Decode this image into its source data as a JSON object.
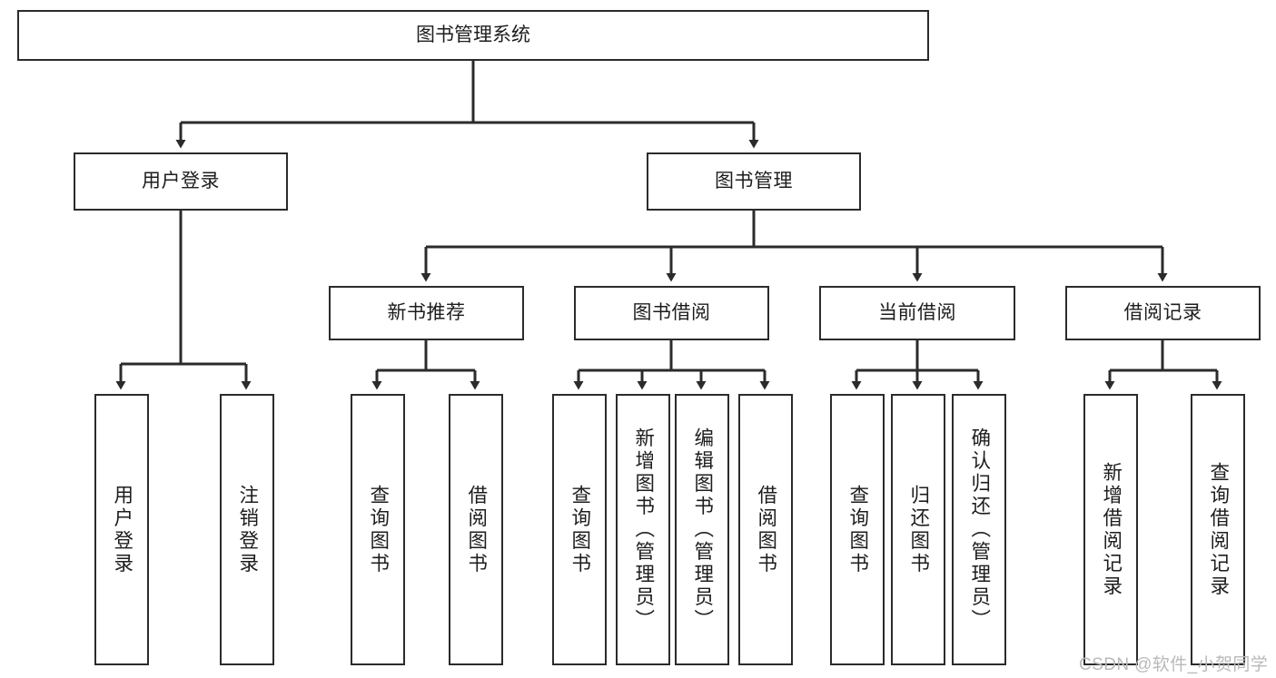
{
  "diagram": {
    "type": "hierarchy-tree",
    "title": "图书管理系统",
    "watermark": "CSDN @软件_小贺同学",
    "colors": {
      "box_border": "#2b2b2b",
      "box_fill": "#ffffff",
      "edge": "#2b2b2b",
      "text": "#1d1d1d",
      "watermark": "#b9b9b9",
      "background": "#ffffff"
    },
    "nodes": {
      "root": {
        "label": "图书管理系统"
      },
      "level2": [
        {
          "id": "user-login",
          "label": "用户登录"
        },
        {
          "id": "book-management",
          "label": "图书管理"
        }
      ],
      "level3": [
        {
          "id": "new-book-recommend",
          "label": "新书推荐"
        },
        {
          "id": "book-borrow",
          "label": "图书借阅"
        },
        {
          "id": "current-borrow",
          "label": "当前借阅"
        },
        {
          "id": "borrow-record",
          "label": "借阅记录"
        }
      ],
      "leaves": {
        "user-login": [
          {
            "id": "leaf-user-login",
            "label": "用户登录"
          },
          {
            "id": "leaf-user-logout",
            "label": "注销登录"
          }
        ],
        "new-book-recommend": [
          {
            "id": "leaf-query-book-1",
            "label": "查询图书"
          },
          {
            "id": "leaf-borrow-book-1",
            "label": "借阅图书"
          }
        ],
        "book-borrow": [
          {
            "id": "leaf-query-book-2",
            "label": "查询图书"
          },
          {
            "id": "leaf-add-book",
            "label": "新增图书（管理员）"
          },
          {
            "id": "leaf-edit-book",
            "label": "编辑图书（管理员）"
          },
          {
            "id": "leaf-borrow-book-2",
            "label": "借阅图书"
          }
        ],
        "current-borrow": [
          {
            "id": "leaf-query-book-3",
            "label": "查询图书"
          },
          {
            "id": "leaf-return-book",
            "label": "归还图书"
          },
          {
            "id": "leaf-confirm-return",
            "label": "确认归还（管理员）"
          }
        ],
        "borrow-record": [
          {
            "id": "leaf-add-record",
            "label": "新增借阅记录"
          },
          {
            "id": "leaf-query-record",
            "label": "查询借阅记录"
          }
        ]
      }
    }
  }
}
